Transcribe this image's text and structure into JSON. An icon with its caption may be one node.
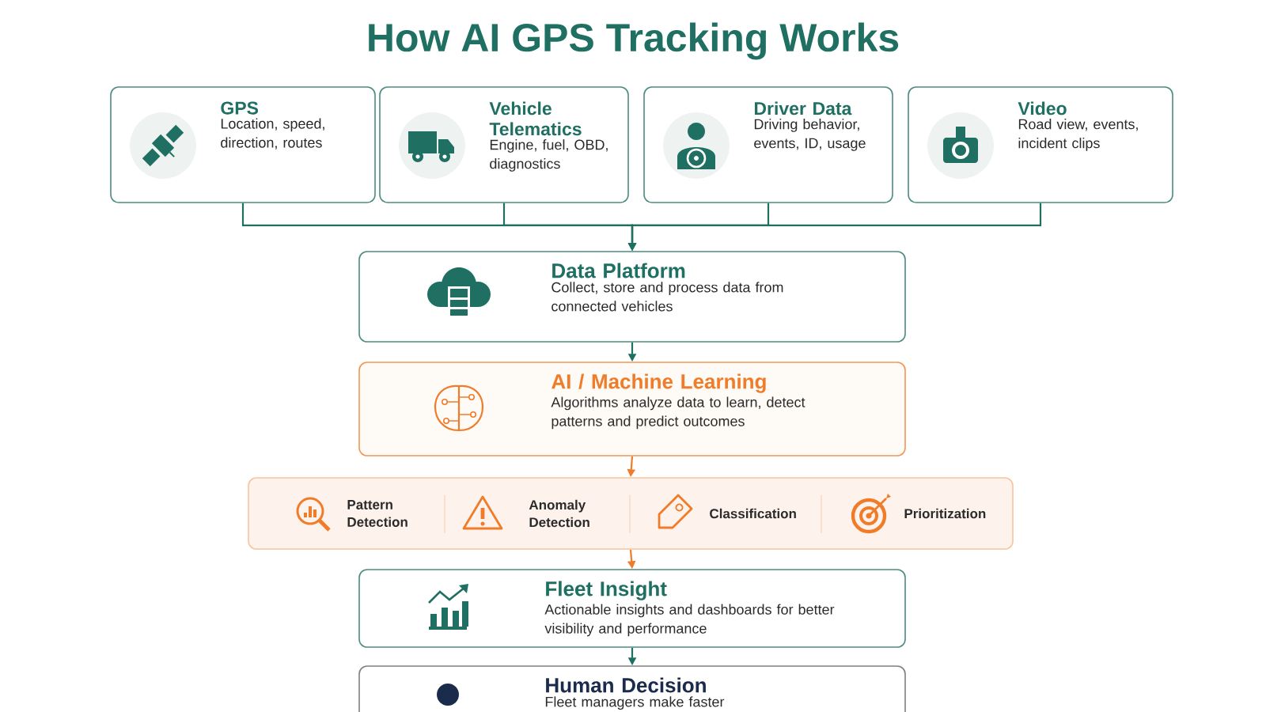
{
  "diagram": {
    "title": "How AI GPS Tracking Works",
    "nodes": [
      {
        "text": [
          "GPS",
          "Location, speed, direction, routes"
        ]
      },
      {
        "text": [
          "Vehicle Telematics",
          "Engine, fuel, OBD, diagnostics"
        ]
      },
      {
        "text": [
          "Driver Data",
          "Driving behavior, events, ID, usage"
        ]
      },
      {
        "text": [
          "Video",
          "Road view, events, incident clips"
        ]
      },
      {
        "text": [
          "Data Platform",
          "Collect, store and process data from connected vehicles"
        ]
      },
      {
        "text": [
          "AI / Machine Learning",
          "Algorithms analyze data to learn, detect patterns and predict outcomes"
        ]
      },
      {
        "text": [],
        "shape": "box"
      },
      {
        "text": [
          "Pattern Detection"
        ],
        "in": 6
      },
      {
        "text": [
          "Anomaly Detection"
        ],
        "in": 6
      },
      {
        "text": [
          "Classification"
        ],
        "in": 6
      },
      {
        "text": [
          "Prioritization"
        ],
        "in": 6
      },
      {
        "text": [
          "Fleet Insight",
          "Actionable insights and dashboards for better visibility and performance"
        ]
      },
      {
        "text": [
          "Human Decision",
          "Fleet managers make faster"
        ]
      }
    ],
    "edges": [
      {
        "from": 0,
        "to": 4,
        "arrow": "to"
      },
      {
        "from": 1,
        "to": 4,
        "arrow": "to"
      },
      {
        "from": 2,
        "to": 4,
        "arrow": "to"
      },
      {
        "from": 3,
        "to": 4,
        "arrow": "to"
      },
      {
        "from": 4,
        "to": 5,
        "arrow": "to"
      },
      {
        "from": 5,
        "to": 6,
        "arrow": "to",
        "color": "#f07c2a"
      },
      {
        "from": 6,
        "to": 11,
        "arrow": "to",
        "color": "#f07c2a"
      },
      {
        "from": 11,
        "to": 12,
        "arrow": "to"
      }
    ]
  }
}
